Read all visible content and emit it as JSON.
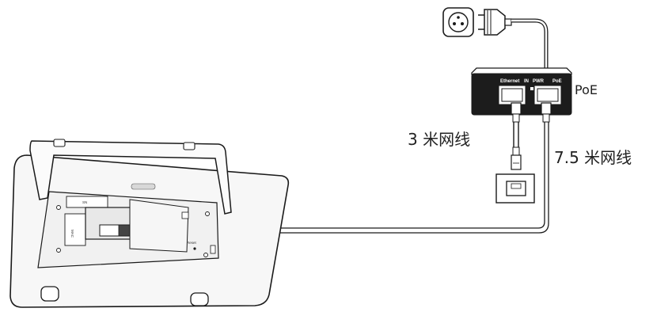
{
  "labels": {
    "poe": "PoE",
    "cable_3m": "3 米网线",
    "cable_7_5m": "7.5 米网线"
  },
  "poe_ports": {
    "ethernet": "Ethernet",
    "in": "IN",
    "pwr": "PWR",
    "poe": "PoE"
  },
  "panel_marks": {
    "reset": "Reset",
    "sn": "SN",
    "mac": "MAC"
  },
  "colors": {
    "line": "#1a1a1a",
    "panel_fill": "#f4f4f4",
    "box_fill": "#1c1c1c"
  }
}
